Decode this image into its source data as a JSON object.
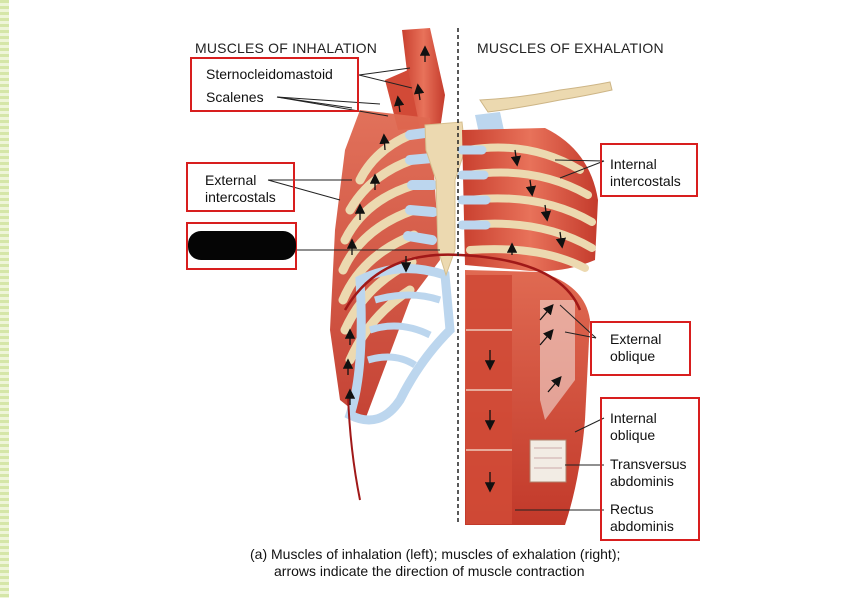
{
  "headers": {
    "inhalation": "MUSCLES OF INHALATION",
    "exhalation": "MUSCLES OF EXHALATION"
  },
  "labels": {
    "sternocleidomastoid": "Sternocleidomastoid",
    "scalenes": "Scalenes",
    "external_intercostals": [
      "External",
      "intercostals"
    ],
    "internal_intercostals": [
      "Internal",
      "intercostals"
    ],
    "external_oblique": [
      "External",
      "oblique"
    ],
    "internal_oblique": [
      "Internal",
      "oblique"
    ],
    "transversus_abdominis": [
      "Transversus",
      "abdominis"
    ],
    "rectus_abdominis": [
      "Rectus",
      "abdominis"
    ]
  },
  "caption": {
    "line1": "(a) Muscles of inhalation (left); muscles of exhalation (right);",
    "line2": "arrows indicate the direction of muscle contraction"
  },
  "colors": {
    "highlight_box": "#d81e1e",
    "muscle": "#d9533f",
    "bone": "#ecd9b0",
    "cartilage": "#bcd6ee",
    "redaction": "#050505"
  }
}
